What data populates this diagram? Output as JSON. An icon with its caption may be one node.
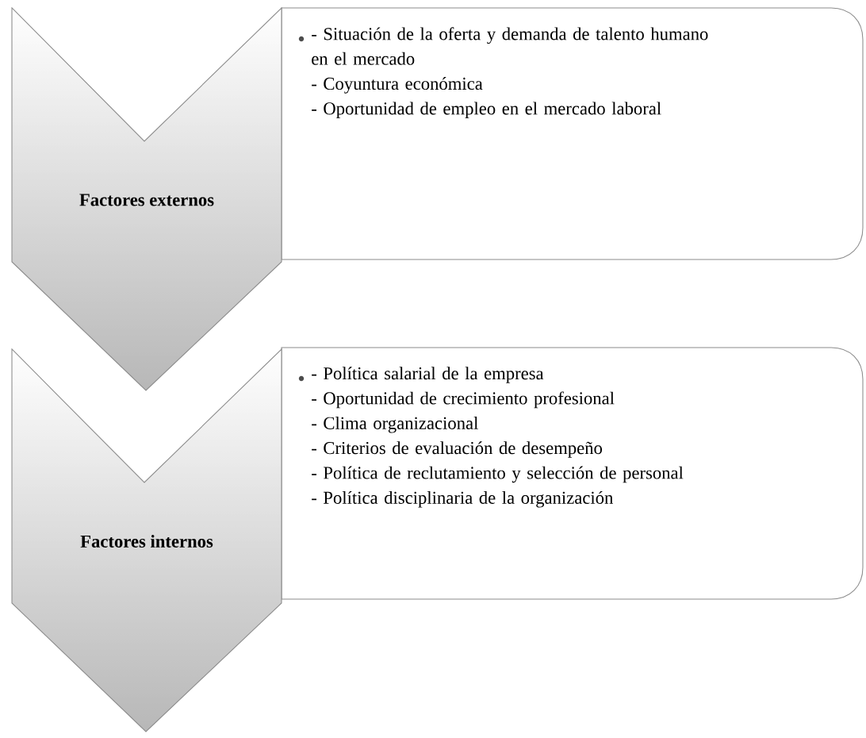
{
  "diagram": {
    "nodes": [
      {
        "text": [
          "Factores externos"
        ]
      },
      {
        "text": [
          "- Situación de la oferta y demanda de talento humano en el mercado",
          "- Coyuntura económica",
          "- Oportunidad de empleo en el mercado laboral"
        ]
      },
      {
        "text": [
          "Factores internos"
        ]
      },
      {
        "text": [
          "- Política salarial de la empresa",
          "- Oportunidad de crecimiento profesional",
          "- Clima organizacional",
          "- Criterios de evaluación de desempeño",
          "- Política de reclutamiento y selección de personal",
          "- Política disciplinaria de la organización"
        ]
      }
    ]
  }
}
